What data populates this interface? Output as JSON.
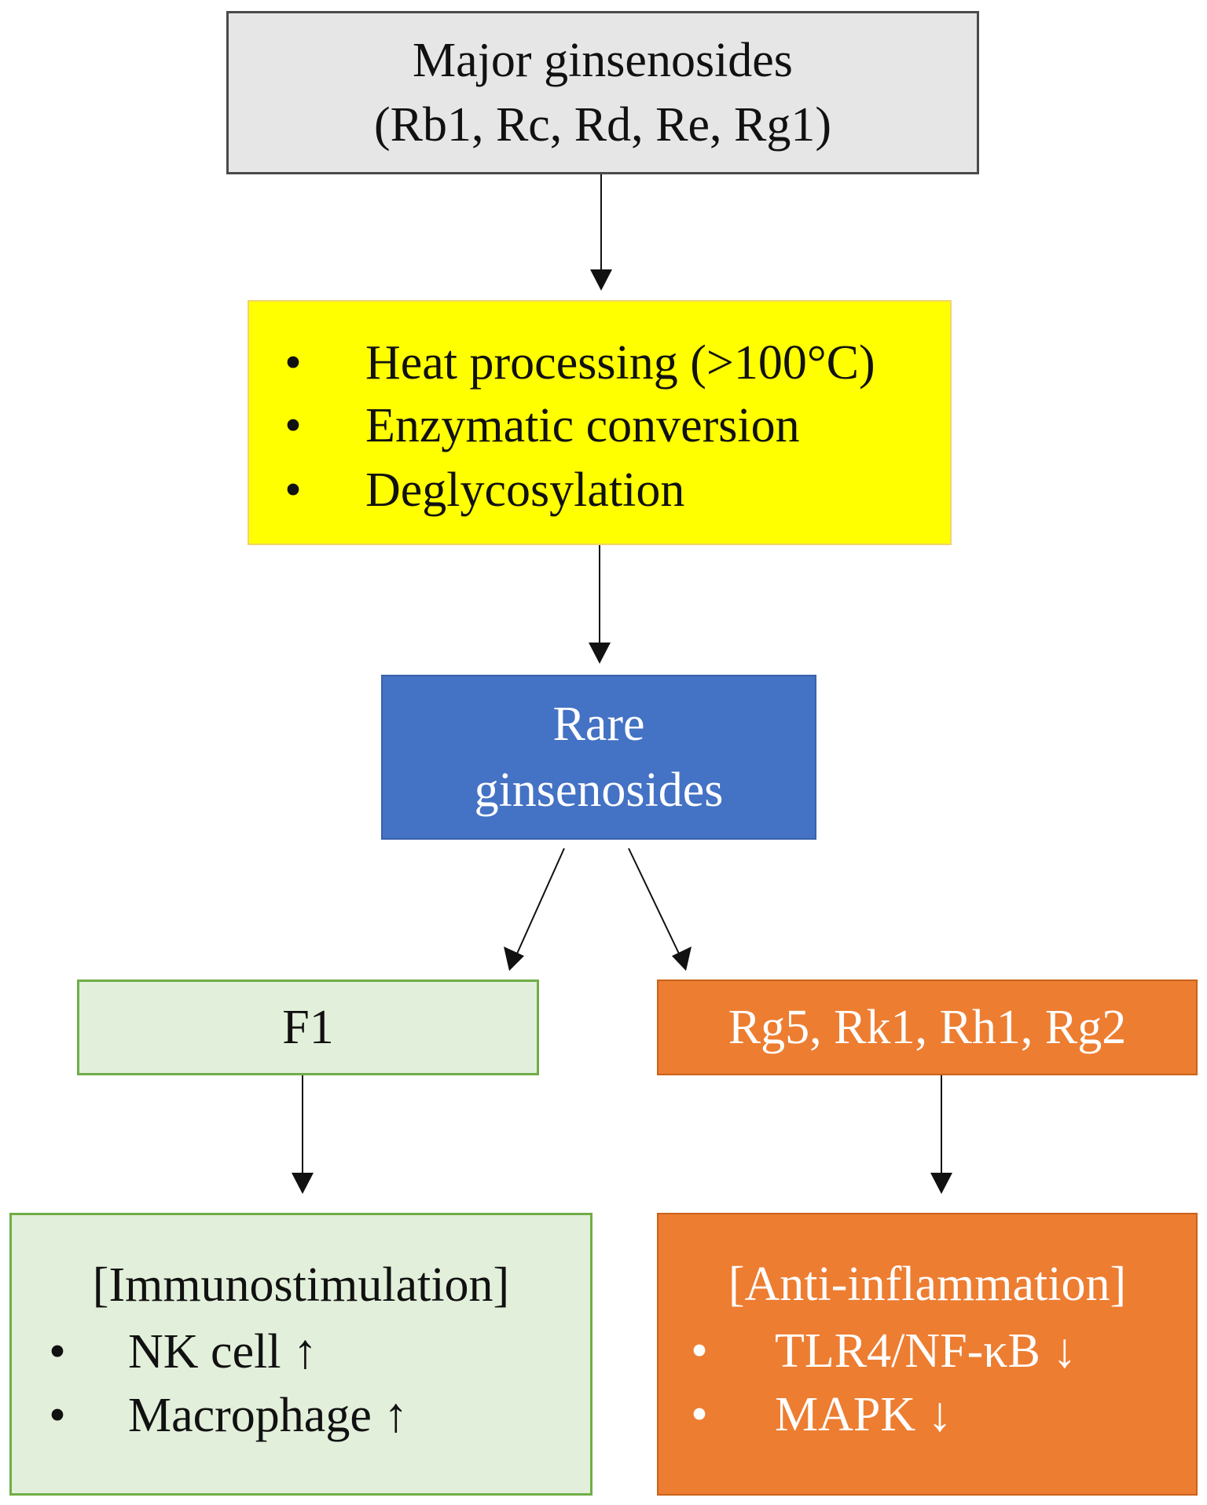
{
  "major": {
    "line1": "Major ginsenosides",
    "line2": "(Rb1, Rc, Rd, Re, Rg1)"
  },
  "processing": {
    "items": [
      "Heat processing (>100°C)",
      "Enzymatic conversion",
      "Deglycosylation"
    ],
    "bullet": "•"
  },
  "rare": {
    "line1": "Rare",
    "line2": "ginsenosides"
  },
  "f1": {
    "label": "F1"
  },
  "rg": {
    "label": "Rg5, Rk1, Rh1, Rg2"
  },
  "immuno": {
    "heading": "[Immunostimulation]",
    "items": [
      "NK cell ↑",
      "Macrophage ↑"
    ],
    "bullet": "•"
  },
  "anti": {
    "heading": "[Anti-inflammation]",
    "items": [
      "TLR4/NF-κB ↓",
      "MAPK ↓"
    ],
    "bullet": "•"
  },
  "colors": {
    "major_fill": "#e6e6e6",
    "processing_fill": "#ffff00",
    "rare_fill": "#4472c4",
    "green_fill": "#e2efda",
    "green_border": "#70ad47",
    "orange_fill": "#ed7d31"
  }
}
